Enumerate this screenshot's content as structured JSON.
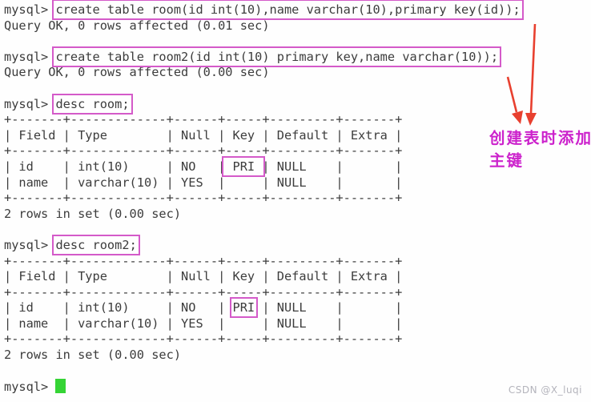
{
  "colors": {
    "background": "#fefefe",
    "text": "#3c3c3c",
    "highlight_box": "#d45ac9",
    "cursor": "#35d435",
    "annotation": "#cc22cc",
    "arrow": "#e8402f",
    "watermark": "#b4b4bc"
  },
  "terminal": {
    "lines": [
      [
        {
          "t": "mysql> "
        },
        {
          "t": "create table room(id int(10),name varchar(10),primary key(id));",
          "style": "box",
          "name": "create-room-command"
        }
      ],
      [
        {
          "t": "Query OK, 0 rows affected (0.01 sec)"
        }
      ],
      [],
      [
        {
          "t": "mysql> "
        },
        {
          "t": "create table room2(id int(10) primary key,name varchar(10));",
          "style": "box",
          "name": "create-room2-command"
        }
      ],
      [
        {
          "t": "Query OK, 0 rows affected (0.00 sec)"
        }
      ],
      [],
      [
        {
          "t": "mysql> "
        },
        {
          "t": "desc room;",
          "style": "box",
          "name": "desc-room-command"
        }
      ],
      [
        {
          "t": "+-------+-------------+------+-----+---------+-------+"
        }
      ],
      [
        {
          "t": "| Field | Type        | Null | Key | Default | Extra |"
        }
      ],
      [
        {
          "t": "+-------+-------------+------+-----+---------+-------+"
        }
      ],
      [
        {
          "t": "| id    | int(10)     | NO   |"
        },
        {
          "t": " PRI ",
          "style": "box",
          "name": "pri-key-room"
        },
        {
          "t": "| NULL    |       |"
        }
      ],
      [
        {
          "t": "| name  | varchar(10) | YES  |     | NULL    |       |"
        }
      ],
      [
        {
          "t": "+-------+-------------+------+-----+---------+-------+"
        }
      ],
      [
        {
          "t": "2 rows in set (0.00 sec)"
        }
      ],
      [],
      [
        {
          "t": "mysql> "
        },
        {
          "t": "desc room2;",
          "style": "box",
          "name": "desc-room2-command"
        }
      ],
      [
        {
          "t": "+-------+-------------+------+-----+---------+-------+"
        }
      ],
      [
        {
          "t": "| Field | Type        | Null | Key | Default | Extra |"
        }
      ],
      [
        {
          "t": "+-------+-------------+------+-----+---------+-------+"
        }
      ],
      [
        {
          "t": "| id    | int(10)     | NO   | "
        },
        {
          "t": "PRI",
          "style": "box",
          "name": "pri-key-room2"
        },
        {
          "t": " | NULL    |       |"
        }
      ],
      [
        {
          "t": "| name  | varchar(10) | YES  |     | NULL    |       |"
        }
      ],
      [
        {
          "t": "+-------+-------------+------+-----+---------+-------+"
        }
      ],
      [
        {
          "t": "2 rows in set (0.00 sec)"
        }
      ],
      [],
      [
        {
          "t": "mysql> "
        },
        {
          "style": "cursor",
          "name": "terminal-cursor"
        }
      ]
    ]
  },
  "annotation": {
    "line1": "创建表时添加",
    "line2": "主键"
  },
  "watermark": {
    "text": "CSDN @X_luqi"
  }
}
